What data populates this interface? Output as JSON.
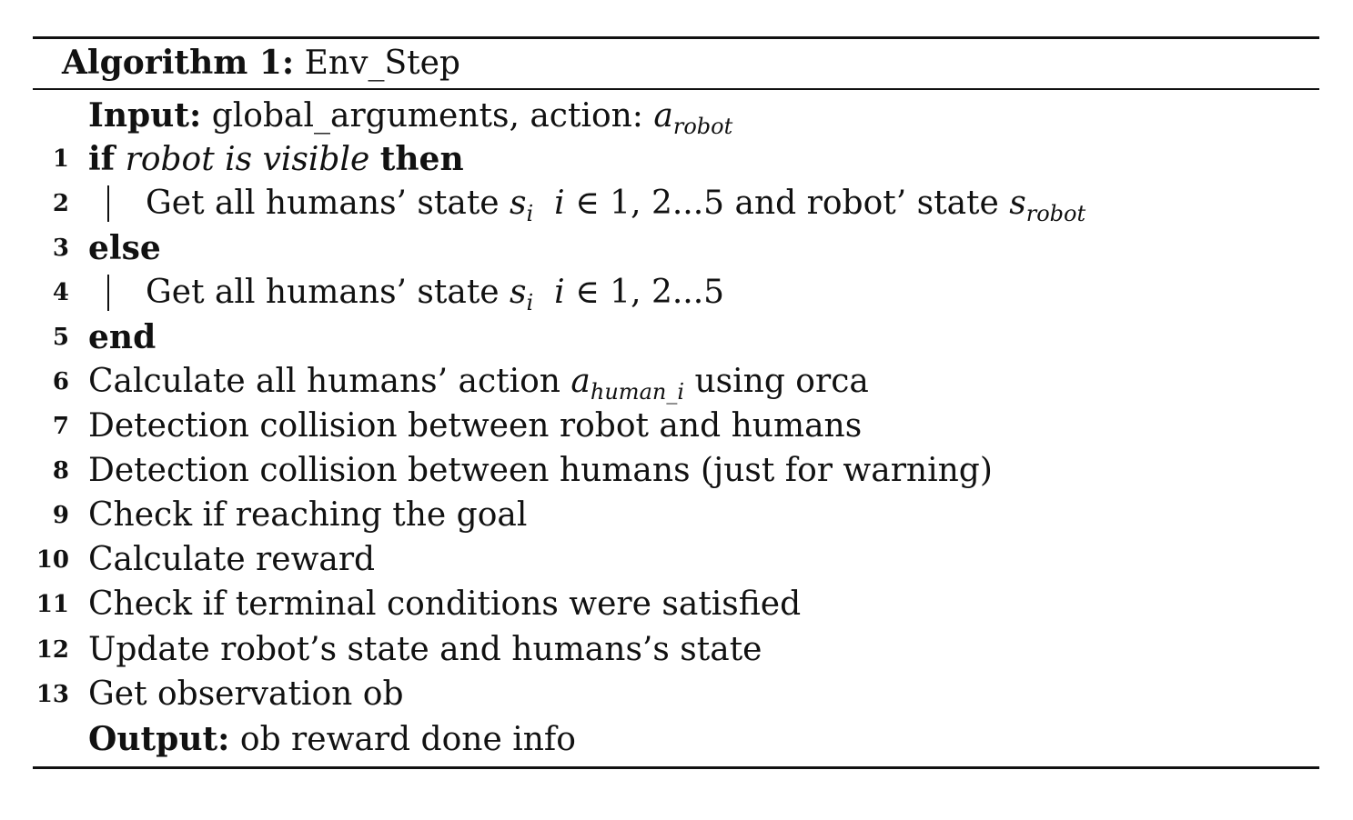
{
  "algorithm": {
    "caption_label": "Algorithm 1:",
    "caption_name": "Env_Step",
    "input": {
      "label": "Input:",
      "text": "global_arguments, action: ",
      "var": "a",
      "var_sub": "robot"
    },
    "lines": [
      {
        "no": "1",
        "kw_if": "if",
        "cond": "robot is visible",
        "kw_then": "then"
      },
      {
        "no": "2",
        "text_a": "Get all humans’ state ",
        "s": "s",
        "s_sub": "i",
        "i": "i",
        "rel": " ∈ 1, 2...5",
        "text_b": " and robot’ state ",
        "s2": "s",
        "s2_sub": "robot"
      },
      {
        "no": "3",
        "kw": "else"
      },
      {
        "no": "4",
        "text_a": "Get all humans’ state ",
        "s": "s",
        "s_sub": "i",
        "i": "i",
        "rel": " ∈ 1, 2...5"
      },
      {
        "no": "5",
        "kw": "end"
      },
      {
        "no": "6",
        "text_a": "Calculate all humans’ action ",
        "a": "a",
        "a_sub": "human_i",
        "text_b": " using orca"
      },
      {
        "no": "7",
        "text": "Detection collision between robot and humans"
      },
      {
        "no": "8",
        "text": "Detection collision between humans (just for warning)"
      },
      {
        "no": "9",
        "text": "Check if reaching the goal"
      },
      {
        "no": "10",
        "text": "Calculate reward"
      },
      {
        "no": "11",
        "text": "Check if terminal conditions were satisfied"
      },
      {
        "no": "12",
        "text": "Update robot’s state and humans’s state"
      },
      {
        "no": "13",
        "text": "Get observation ob"
      }
    ],
    "output": {
      "label": "Output:",
      "text": "ob reward done info"
    }
  }
}
